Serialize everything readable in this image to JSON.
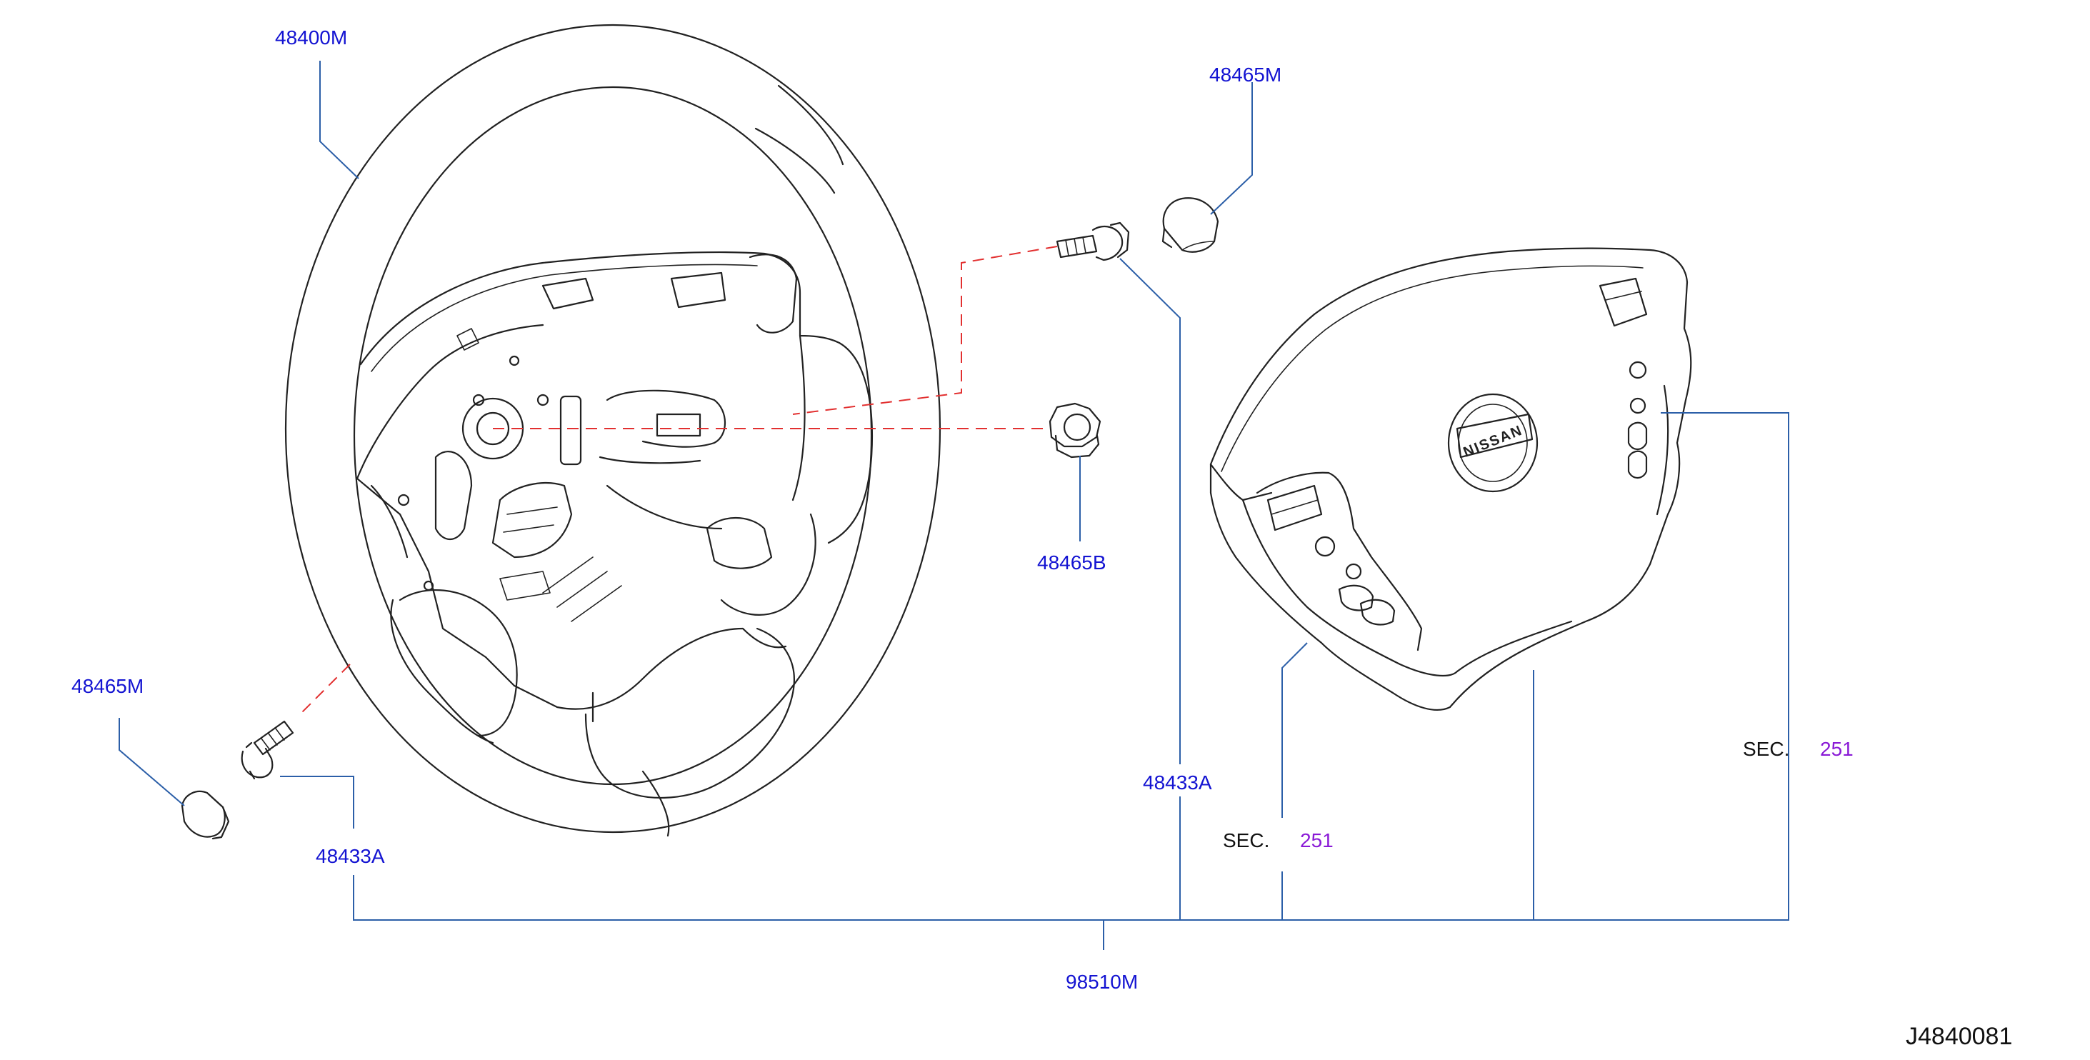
{
  "diagram_id": "J4840081",
  "parts": {
    "steering_wheel": "48400M",
    "cap_upper": "48465M",
    "cap_left": "48465M",
    "nut": "48465B",
    "bolt_upper": "48433A",
    "bolt_left": "48433A",
    "assembly": "98510M"
  },
  "section_refs": [
    {
      "prefix": "SEC.",
      "number": "251"
    },
    {
      "prefix": "SEC.",
      "number": "251"
    }
  ],
  "emblem_text": "NISSAN",
  "colors": {
    "part_label": "#1414d2",
    "section_number": "#8a1ad6",
    "leader_line": "#2c5fa8",
    "dashed_guide": "#e23030",
    "line_art": "#222222"
  }
}
